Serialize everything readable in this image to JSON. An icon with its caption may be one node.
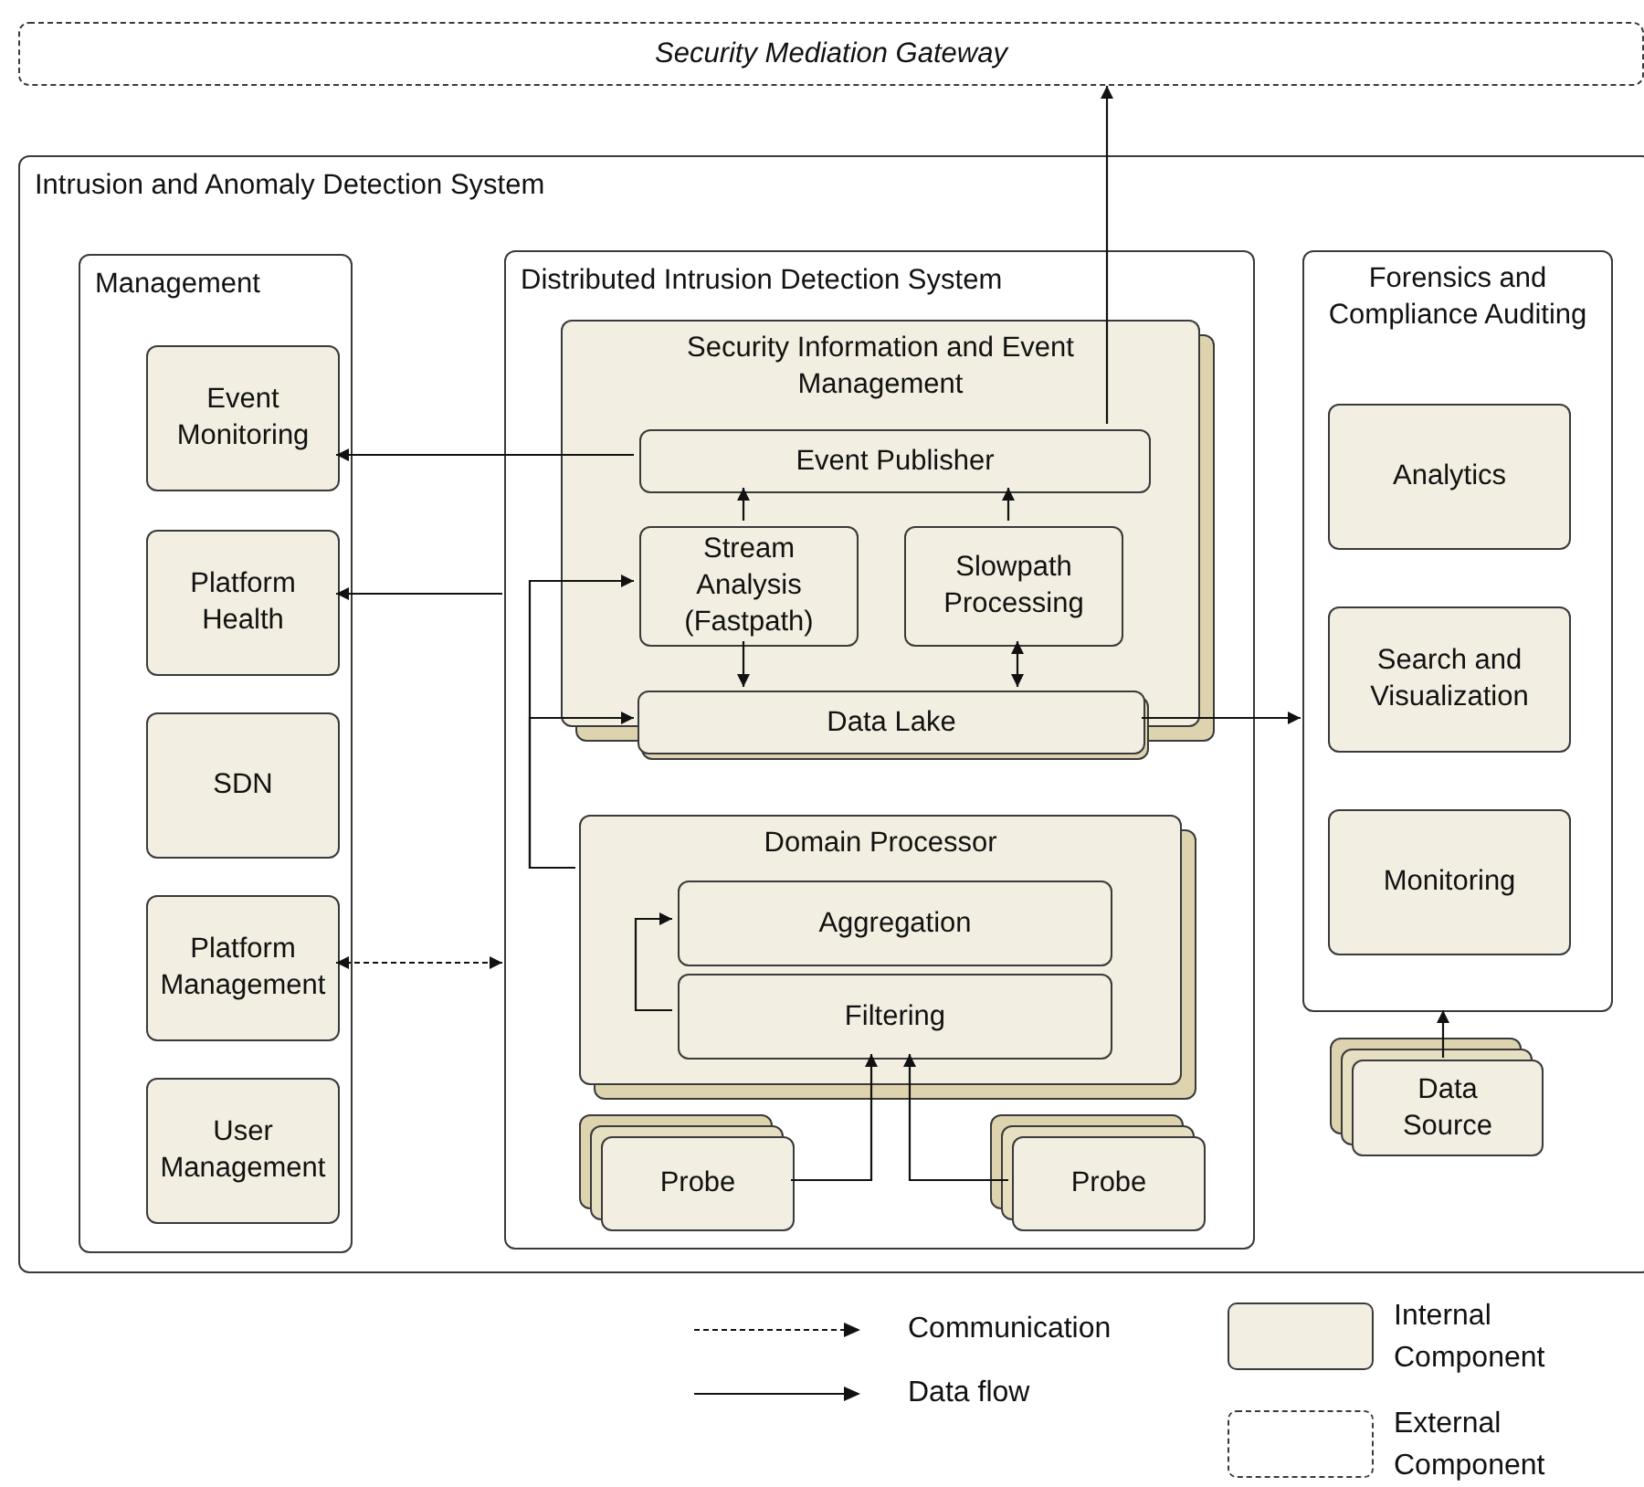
{
  "diagram": {
    "nodes": [
      {
        "text": [
          "Security Mediation Gateway"
        ]
      },
      {
        "text": [
          "Intrusion and Anomaly Detection System"
        ]
      },
      {
        "text": [
          "Management"
        ],
        "in": 1
      },
      {
        "text": [
          "Event Monitoring"
        ],
        "in": 2
      },
      {
        "text": [
          "Platform Health"
        ],
        "in": 2
      },
      {
        "text": [
          "SDN"
        ],
        "in": 2
      },
      {
        "text": [
          "Platform Management"
        ],
        "in": 2
      },
      {
        "text": [
          "User Management"
        ],
        "in": 2
      },
      {
        "text": [
          "Distributed Intrusion Detection System"
        ],
        "in": 1
      },
      {
        "text": [
          "Security Information and Event Management"
        ],
        "in": 8
      },
      {
        "text": [
          "Event Publisher"
        ],
        "in": 9
      },
      {
        "text": [
          "Stream Analysis (Fastpath)"
        ],
        "in": 9
      },
      {
        "text": [
          "Slowpath Processing"
        ],
        "in": 9
      },
      {
        "text": [
          "Data Lake"
        ],
        "in": 8
      },
      {
        "text": [
          "Domain Processor"
        ],
        "in": 8
      },
      {
        "text": [
          "Aggregation"
        ],
        "in": 14
      },
      {
        "text": [
          "Filtering"
        ],
        "in": 14
      },
      {
        "text": [
          "Probe"
        ],
        "in": 8
      },
      {
        "text": [
          "Probe"
        ],
        "in": 8
      },
      {
        "text": [
          "Forensics and Compliance Auditing"
        ],
        "in": 1
      },
      {
        "text": [
          "Analytics"
        ],
        "in": 19
      },
      {
        "text": [
          "Search and Visualization"
        ],
        "in": 19
      },
      {
        "text": [
          "Monitoring"
        ],
        "in": 19
      },
      {
        "text": [
          "Data Source"
        ],
        "in": 1
      }
    ],
    "edges": [
      {
        "from": 10,
        "to": 0,
        "arrow": "to"
      },
      {
        "from": 10,
        "to": 3,
        "arrow": "to"
      },
      {
        "from": 8,
        "to": 4,
        "arrow": "to"
      },
      {
        "from": 6,
        "to": 8,
        "arrow": "both",
        "style": "dashed"
      },
      {
        "from": 11,
        "to": 10,
        "arrow": "to"
      },
      {
        "from": 12,
        "to": 10,
        "arrow": "to"
      },
      {
        "from": 11,
        "to": 13,
        "arrow": "to"
      },
      {
        "from": 12,
        "to": 13,
        "arrow": "both"
      },
      {
        "from": 14,
        "to": 11,
        "arrow": "to"
      },
      {
        "from": 14,
        "to": 13,
        "arrow": "to"
      },
      {
        "from": 13,
        "to": 19,
        "arrow": "to"
      },
      {
        "from": 16,
        "to": 15,
        "arrow": "to"
      },
      {
        "from": 17,
        "to": 16,
        "arrow": "to"
      },
      {
        "from": 18,
        "to": 16,
        "arrow": "to"
      },
      {
        "from": 23,
        "to": 19,
        "arrow": "to"
      }
    ],
    "legend": [
      {
        "text": "Communication"
      },
      {
        "text": "Data flow"
      },
      {
        "text": "Internal Component",
        "color": "#f2eee1"
      },
      {
        "text": "External Component"
      }
    ]
  }
}
